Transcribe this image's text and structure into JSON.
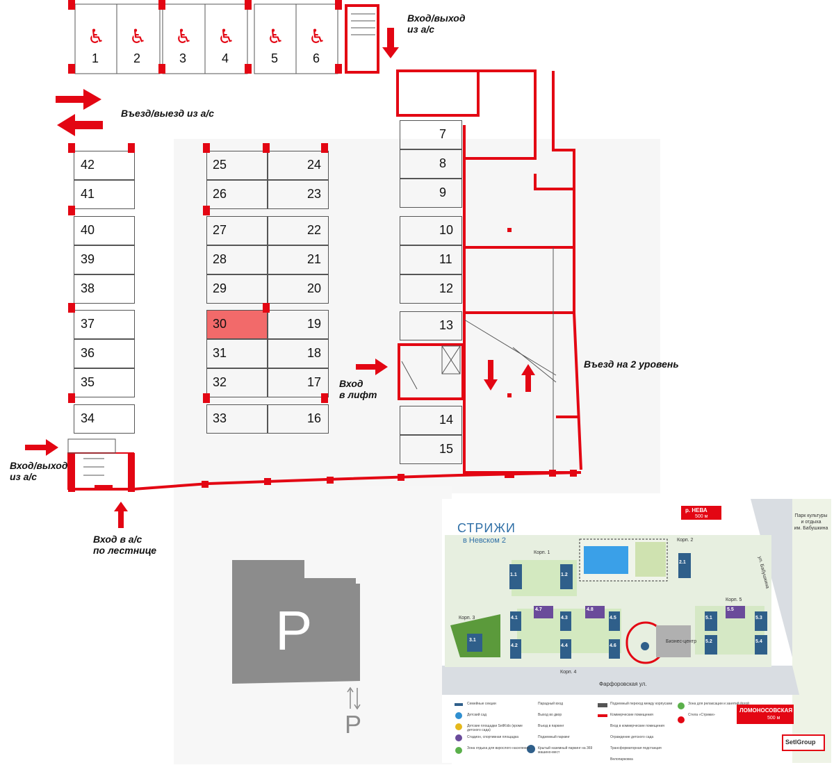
{
  "plan": {
    "handicap_spots": [
      "1",
      "2",
      "3",
      "4",
      "5",
      "6"
    ],
    "spots_left_col": [
      "42",
      "41",
      "40",
      "39",
      "38",
      "37",
      "36",
      "35",
      "34"
    ],
    "spots_mid_left": [
      "25",
      "26",
      "27",
      "28",
      "29",
      "30",
      "31",
      "32",
      "33"
    ],
    "spots_mid_right": [
      "24",
      "23",
      "22",
      "21",
      "20",
      "19",
      "18",
      "17",
      "16"
    ],
    "spots_right_col": [
      "7",
      "8",
      "9",
      "10",
      "11",
      "12",
      "13",
      "14",
      "15"
    ],
    "highlighted_spot": "30",
    "labels": {
      "entry_top": [
        "Вход/выход",
        "из а/с"
      ],
      "drive": "Въезд/выезд из а/с",
      "lift": [
        "Вход",
        "в лифт"
      ],
      "level2": "Въезд на 2 уровень",
      "entry_left": [
        "Вход/выход",
        "из а/с"
      ],
      "stairs": [
        "Вход в а/с",
        "по лестнице"
      ]
    },
    "parking_sign": "P",
    "parking_sign_small": "P"
  },
  "map": {
    "brand": "СТРИЖИ",
    "brand_sub": "в Невском 2",
    "river": "р. НЕВА",
    "river_dist": "500 м",
    "park": [
      "Парк культуры",
      "и отдыха",
      "им. Бабушкина"
    ],
    "street_right": "ул. Бабушкина",
    "street_bottom": "Фарфоровская ул.",
    "metro": "ЛОМОНОСОВСКАЯ",
    "metro_dist": "500 м",
    "developer": "SetlGroup",
    "korp": [
      "Корп. 1",
      "Корп. 2",
      "Корп. 3",
      "Корп. 4",
      "Корп. 5"
    ],
    "buildings": [
      "1.1",
      "1.2",
      "2.1",
      "3.1",
      "4.1",
      "4.2",
      "4.3",
      "4.4",
      "4.5",
      "4.6",
      "4.7",
      "4.8",
      "5.1",
      "5.2",
      "5.3",
      "5.4",
      "5.5"
    ],
    "biz": "Бизнес-центр",
    "legend": [
      "Семейные секции",
      "Детский сад",
      "Детские площадки SetlKids (кроме детского сада)",
      "Стадион, спортивная площадка",
      "Зона отдыха для взрослого населения",
      "Парадный вход",
      "Выход во двор",
      "Въезд в паркинг",
      "Подземный паркинг",
      "Крытый наземный паркинг на 369 машино-мест",
      "Подземный переход между корпусами",
      "Коммерческие помещения",
      "Вход в коммерческие помещения",
      "Ограждение детского сада",
      "Трансформаторная подстанция",
      "Велопарковка",
      "Зона для релаксации и занятий йогой",
      "Стела «Стрижи»"
    ]
  }
}
